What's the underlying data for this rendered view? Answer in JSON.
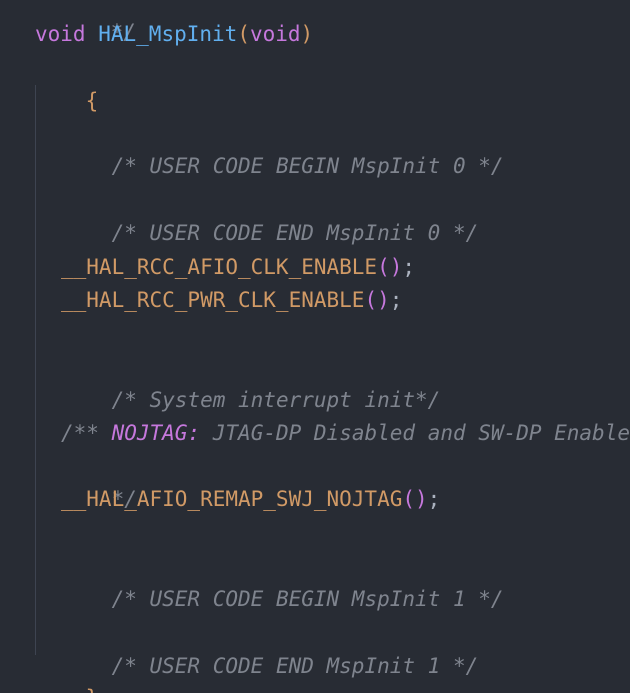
{
  "code": {
    "top_fragment": "*/",
    "func": {
      "return_type": "void",
      "name": "HAL_MspInit",
      "open_paren": "(",
      "param": "void",
      "close_paren": ")"
    },
    "open_brace": "{",
    "close_brace": "}",
    "comment_begin_0": "/* USER CODE BEGIN MspInit 0 */",
    "comment_end_0": "/* USER CODE END MspInit 0 */",
    "call_afio": "__HAL_RCC_AFIO_CLK_ENABLE",
    "call_pwr": "__HAL_RCC_PWR_CLK_ENABLE",
    "call_parens": "()",
    "semicolon": ";",
    "comment_sys_int": "/* System interrupt init*/",
    "doc_open": "/**",
    "doc_tag": "NOJTAG:",
    "doc_text": "JTAG-DP Disabled and SW-DP Enabled",
    "doc_close": "*/",
    "call_remap": "__HAL_AFIO_REMAP_SWJ_NOJTAG",
    "comment_begin_1": "/* USER CODE BEGIN MspInit 1 */",
    "comment_end_1": "/* USER CODE END MspInit 1 */"
  }
}
